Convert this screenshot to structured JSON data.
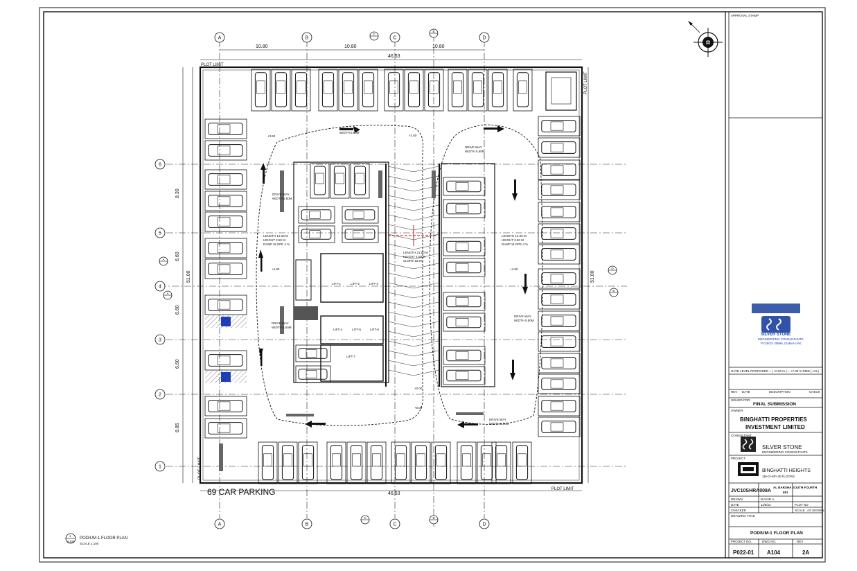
{
  "plan": {
    "grid_columns": [
      "A",
      "B",
      "C",
      "D"
    ],
    "grid_rows": [
      "6",
      "5",
      "4",
      "3",
      "2",
      "1"
    ],
    "section_marks": [
      "B",
      "C",
      "A",
      "D"
    ],
    "top_dims": [
      "10.80",
      "10.80",
      "10.80"
    ],
    "overall_width": "46.53",
    "overall_depth": "51.00",
    "row_dims": [
      "8.30",
      "6.60",
      "6.60",
      "6.60",
      "8.85"
    ],
    "plot_limit": "PLOT LIMIT",
    "car_parking": "69 CAR PARKING",
    "driveway_top_left": [
      "DRIVE WAY",
      "WIDTH 5.50M"
    ],
    "driveway_top_right": [
      "DRIVE WAY",
      "WIDTH 5.50M"
    ],
    "driveway_left": [
      "DRIVE WAY",
      "WIDTH 5.50M"
    ],
    "driveway_right": [
      "DRIVE WAY",
      "WIDTH 5.50M"
    ],
    "driveway_bottom": [
      "DRIVE WAY",
      "WIDTH 5.50M"
    ],
    "drive_way_left_mid": [
      "DRIVE WAY",
      "WIDTH 5.50M"
    ],
    "ramp_left": [
      "LENGTH 12.00 M",
      "HEIGHT 3.50 M",
      "RAMP SLOPE 4 %"
    ],
    "ramp_right": [
      "LENGTH 12.00 M",
      "HEIGHT 3.50 M",
      "RAMP SLOPE 4 %"
    ],
    "ramp_center": [
      "LENGTH 21.00 M",
      "HEIGHT 4.00 M",
      "SLOPE 16.6%"
    ],
    "level_marks": [
      "+3.50",
      "+3.50",
      "+4.00",
      "+4.00",
      "+0.00",
      "+0.00"
    ],
    "lifts": [
      "LIFT-1",
      "LIFT-2",
      "LIFT-3",
      "LIFT-4",
      "LIFT-5",
      "LIFT-6",
      "LIFT-7"
    ],
    "plan_title": "PODIUM-1 FLOOR PLAN",
    "plan_scale": "SCALE 1:100",
    "plan_ref": "1",
    "plan_sheet": "A104"
  },
  "title_block": {
    "approval_stamp": "APPROVAL STAMP",
    "consultant_name": "SILVER STONE",
    "consultant_sub": "ENGINEERING CONSULTANTS",
    "consultant_po": "P.O.BOX 39999, DUBAI-UAE",
    "gate_level": "GATE LEVEL PROPOSED + ( +0.00 m ) = +7.35 m DMD ( LVL)",
    "rev_headers": [
      "REV",
      "DATE",
      "DESCRIPTION",
      "CHECK"
    ],
    "issued_for_label": "ISSUED FOR",
    "issued_for": "FINAL SUBMISSION",
    "owner_label": "OWNER",
    "owner": [
      "BINGHATTI PROPERTIES",
      "INVESTMENT LIMITED"
    ],
    "consultant_label": "CONSULTANT",
    "consultant_logo_name": "SILVER STONE",
    "consultant_logo_sub": "ENGINEERING CONSULTANTS",
    "project_label": "PROJECT",
    "project_name": "BINGHATTI HEIGHTS",
    "project_sub": "1B+G+5P+30 FLOORS",
    "plot_no": "JVC10SHRA008A",
    "location": "AL BARSHA SOUTH FOURTH",
    "location_no": "681",
    "info_rows": [
      [
        "DRAWN",
        "B.NAIR.A",
        "",
        "",
        ""
      ],
      [
        "DATE",
        "11/8/22",
        "PLOT NO",
        "",
        ""
      ],
      [
        "CHECKED",
        "",
        "SCALE",
        "AS SHOWN",
        ""
      ]
    ],
    "drawing_title_label": "DRAWING TITLE",
    "drawing_title": "PODIUM-1 FLOOR PLAN",
    "project_no_label": "PROJECT NO.",
    "drg_no_label": "DWG NO.",
    "rev_label": "REV",
    "project_no": "P022-01",
    "drg_no": "A104",
    "rev": "2A"
  },
  "colors": {
    "line": "#1a1a1a",
    "accent": "#1a3f9e",
    "accessible": "#1d3fbf",
    "red": "#d01010"
  }
}
